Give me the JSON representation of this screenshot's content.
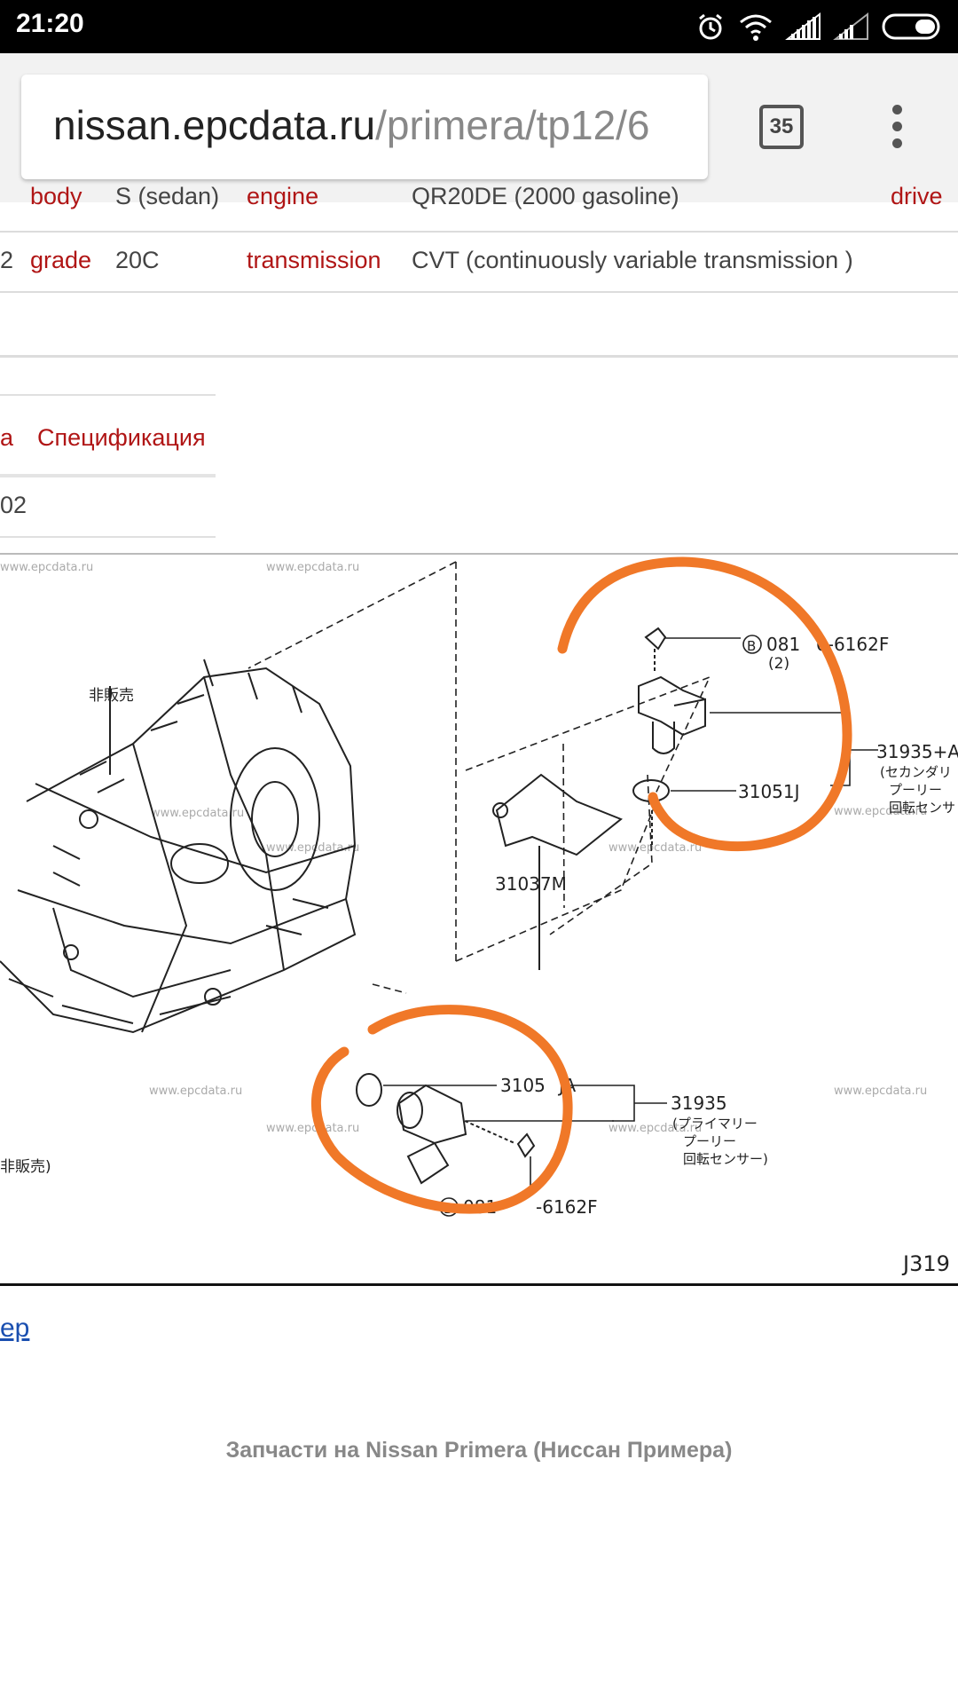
{
  "status_bar": {
    "time": "21:20"
  },
  "browser": {
    "url_host": "nissan.epcdata.ru",
    "url_path": "/primera/tp12/6",
    "tab_count": "35"
  },
  "specs": {
    "row1": {
      "col0": "",
      "label1": "body",
      "value1": "S (sedan)",
      "label2": "engine",
      "value2": "QR20DE (2000 gasoline)",
      "label3": "drive"
    },
    "row2": {
      "col0": "2",
      "label1": "grade",
      "value1": "20C",
      "label2": "transmission",
      "value2": "CVT (continuously variable transmission )"
    }
  },
  "parts_table": {
    "header_left": "a",
    "header": "Спецификация",
    "value": "02"
  },
  "diagram": {
    "watermark": "www.epcdata.ru",
    "labels": {
      "not_for_sale_top": "非販売",
      "not_for_sale_bottom": "非販売)",
      "bolt_top_code": "081",
      "bolt_top_code_tail": "0-6162F",
      "bolt_top_qty": "(2)",
      "part_31935a": "31935+A",
      "part_31935a_desc1": "(セカンダリ",
      "part_31935a_desc2": "プーリー",
      "part_31935a_desc3": "回転センサ",
      "oring_top": "31051J",
      "bracket": "31037M",
      "oring_bottom": "3105",
      "oring_bottom_tail": "JA",
      "part_31935": "31935",
      "part_31935_desc1": "(プライマリー",
      "part_31935_desc2": "プーリー",
      "part_31935_desc3": "回転センサー)",
      "bolt_bottom_code": "081",
      "bolt_bottom_code_tail": "-6162F",
      "bolt_marker": "B",
      "diagram_id": "J319"
    },
    "annotation_color": "#f07828"
  },
  "link_text": "ер",
  "footer_text": "Запчасти на Nissan Primera (Ниссан Примера)"
}
